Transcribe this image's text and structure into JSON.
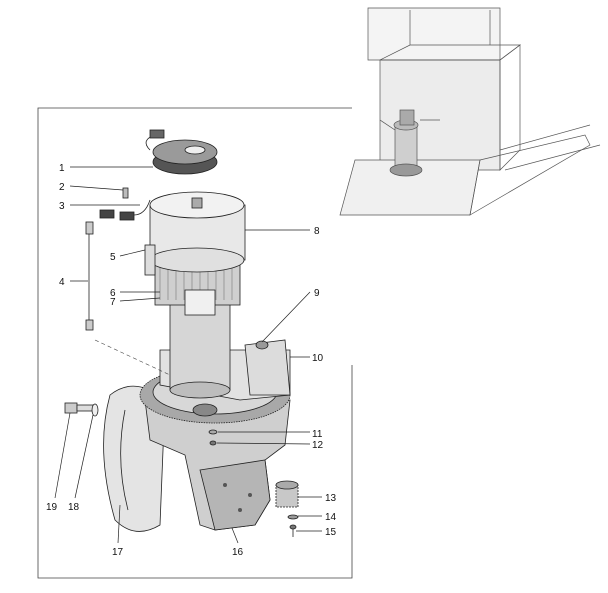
{
  "diagram": {
    "type": "exploded-parts-view",
    "part_labels": [
      "1",
      "2",
      "3",
      "4",
      "5",
      "6",
      "7",
      "8",
      "9",
      "10",
      "11",
      "12",
      "13",
      "14",
      "15",
      "16",
      "17",
      "18",
      "19"
    ]
  },
  "colors": {
    "line": "#222222",
    "fill_light": "#e6e6e6",
    "fill_mid": "#bdbdbd",
    "fill_dark": "#7a7a7a"
  }
}
